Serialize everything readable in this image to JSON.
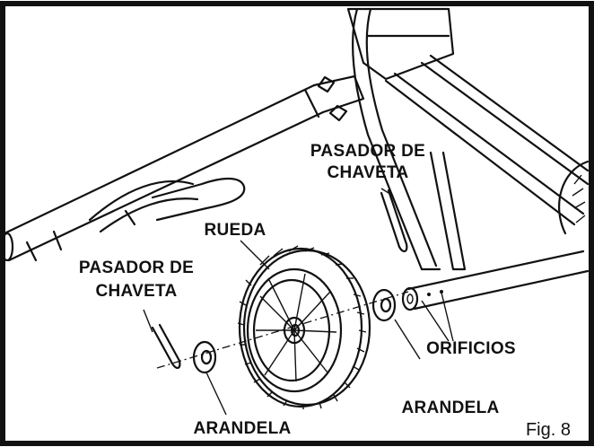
{
  "labels": {
    "cotter_pin_top_l1": "PASADOR DE",
    "cotter_pin_top_l2": "CHAVETA",
    "wheel": "RUEDA",
    "cotter_pin_left_l1": "PASADOR DE",
    "cotter_pin_left_l2": "CHAVETA",
    "holes": "ORIFICIOS",
    "washer_right": "ARANDELA",
    "washer_bottom": "ARANDELA"
  },
  "figure_number": "Fig. 8",
  "colors": {
    "ink": "#111111",
    "paper": "#ffffff",
    "border": "#111111"
  }
}
